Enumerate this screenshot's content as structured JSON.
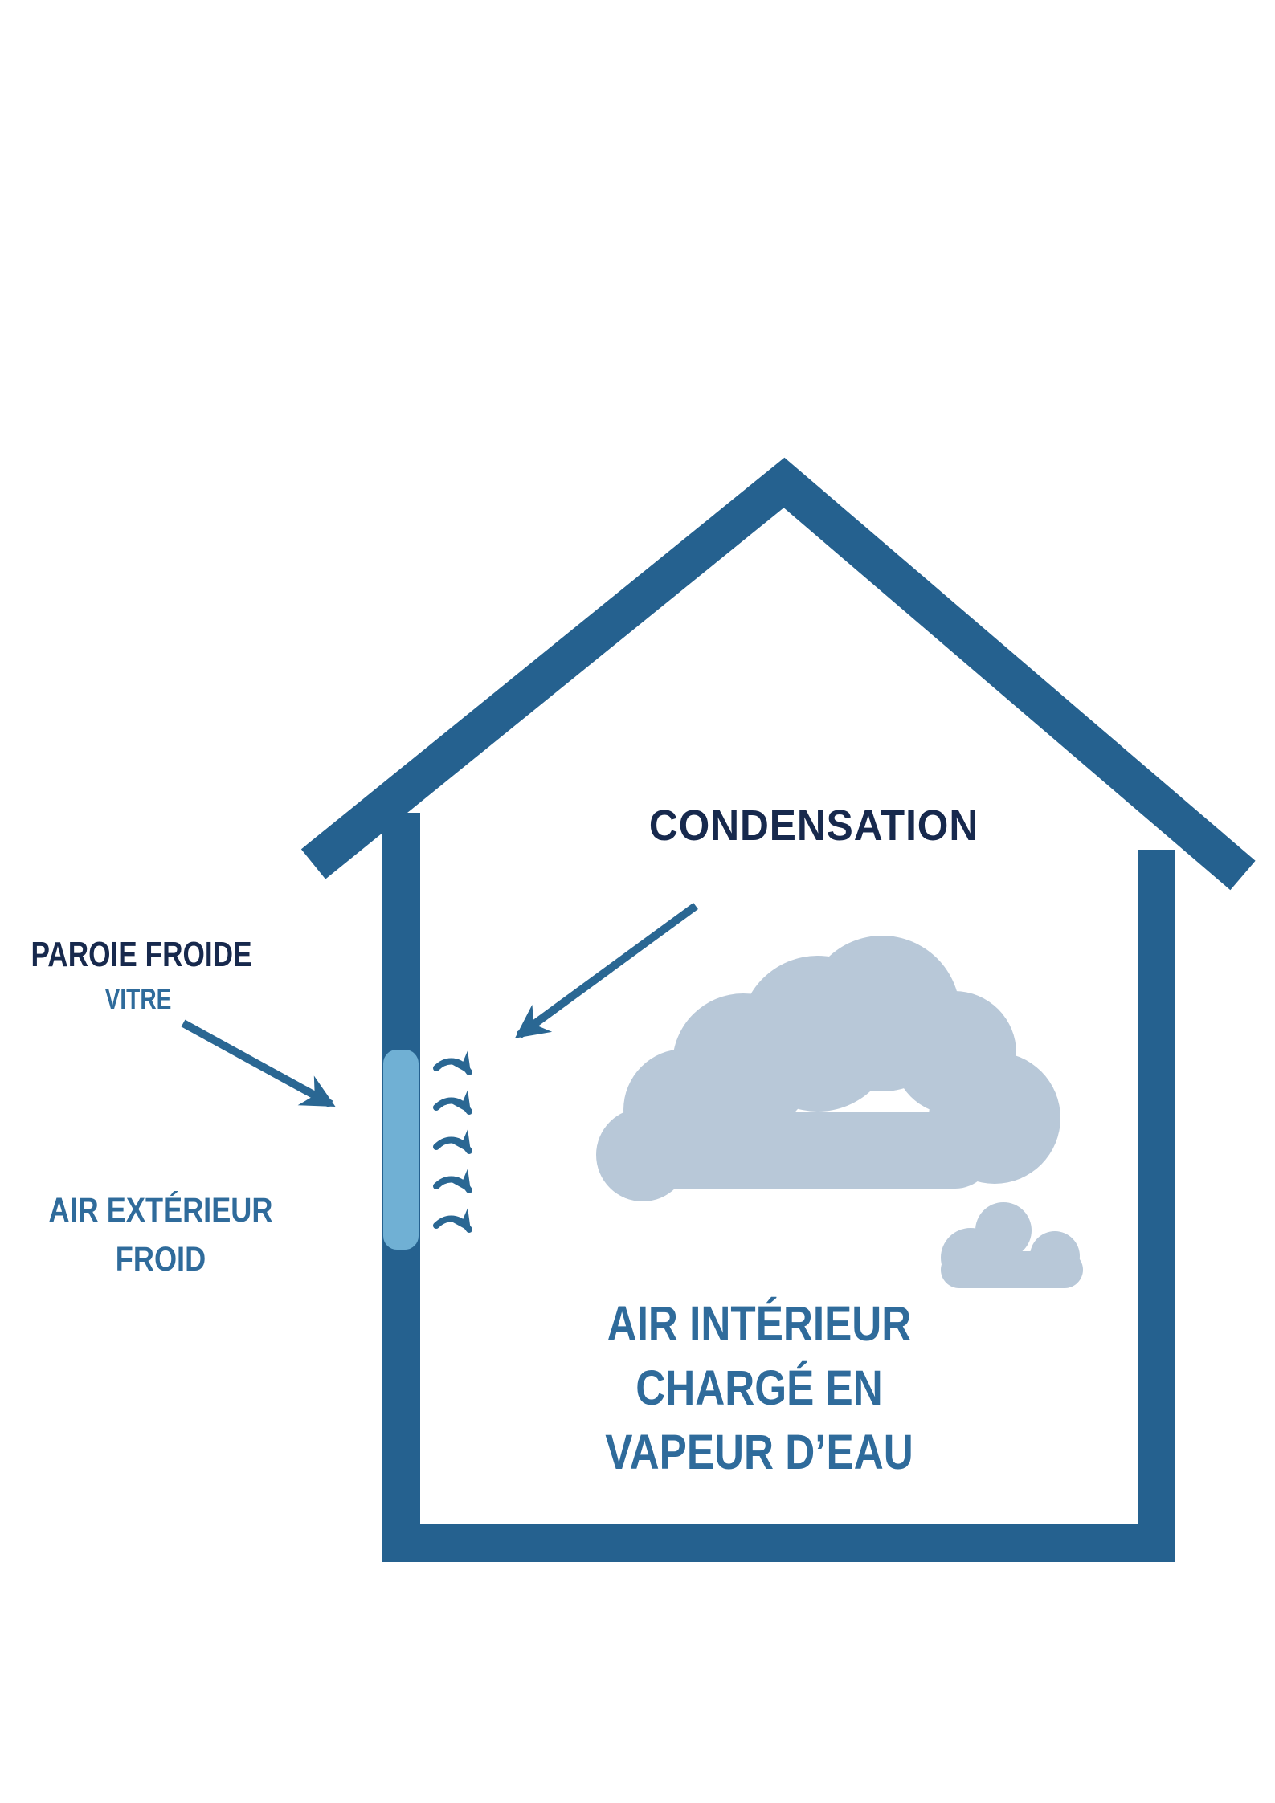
{
  "diagram": {
    "type": "condensation-house-schematic",
    "title": "CONDENSATION",
    "labels": {
      "paroie_froide": "PAROIE FROIDE",
      "vitre": "VITRE",
      "air_exterieur_line1": "AIR EXTÉRIEUR",
      "air_exterieur_line2": "FROID",
      "air_interieur_line1": "AIR INTÉRIEUR",
      "air_interieur_line2": "CHARGÉ EN",
      "air_interieur_line3": "VAPEUR D’EAU"
    },
    "colors": {
      "background": "#ffffff",
      "house": "#25618f",
      "arrow": "#2a6793",
      "window": "#70b0d4",
      "cloud": "#b8c8d8",
      "title_text": "#17294d",
      "label_dark": "#17294d",
      "label_blue": "#2f6b9b"
    },
    "icons": {
      "house": "house-outline-icon",
      "window": "window-pane-icon",
      "cloud_large": "vapor-cloud-large-icon",
      "cloud_small": "vapor-cloud-small-icon",
      "condensation_arrow": "condensation-pointer-arrow-icon",
      "vitre_arrow": "glass-pointer-arrow-icon",
      "airflow": "airflow-gust-arrows-icon"
    }
  }
}
